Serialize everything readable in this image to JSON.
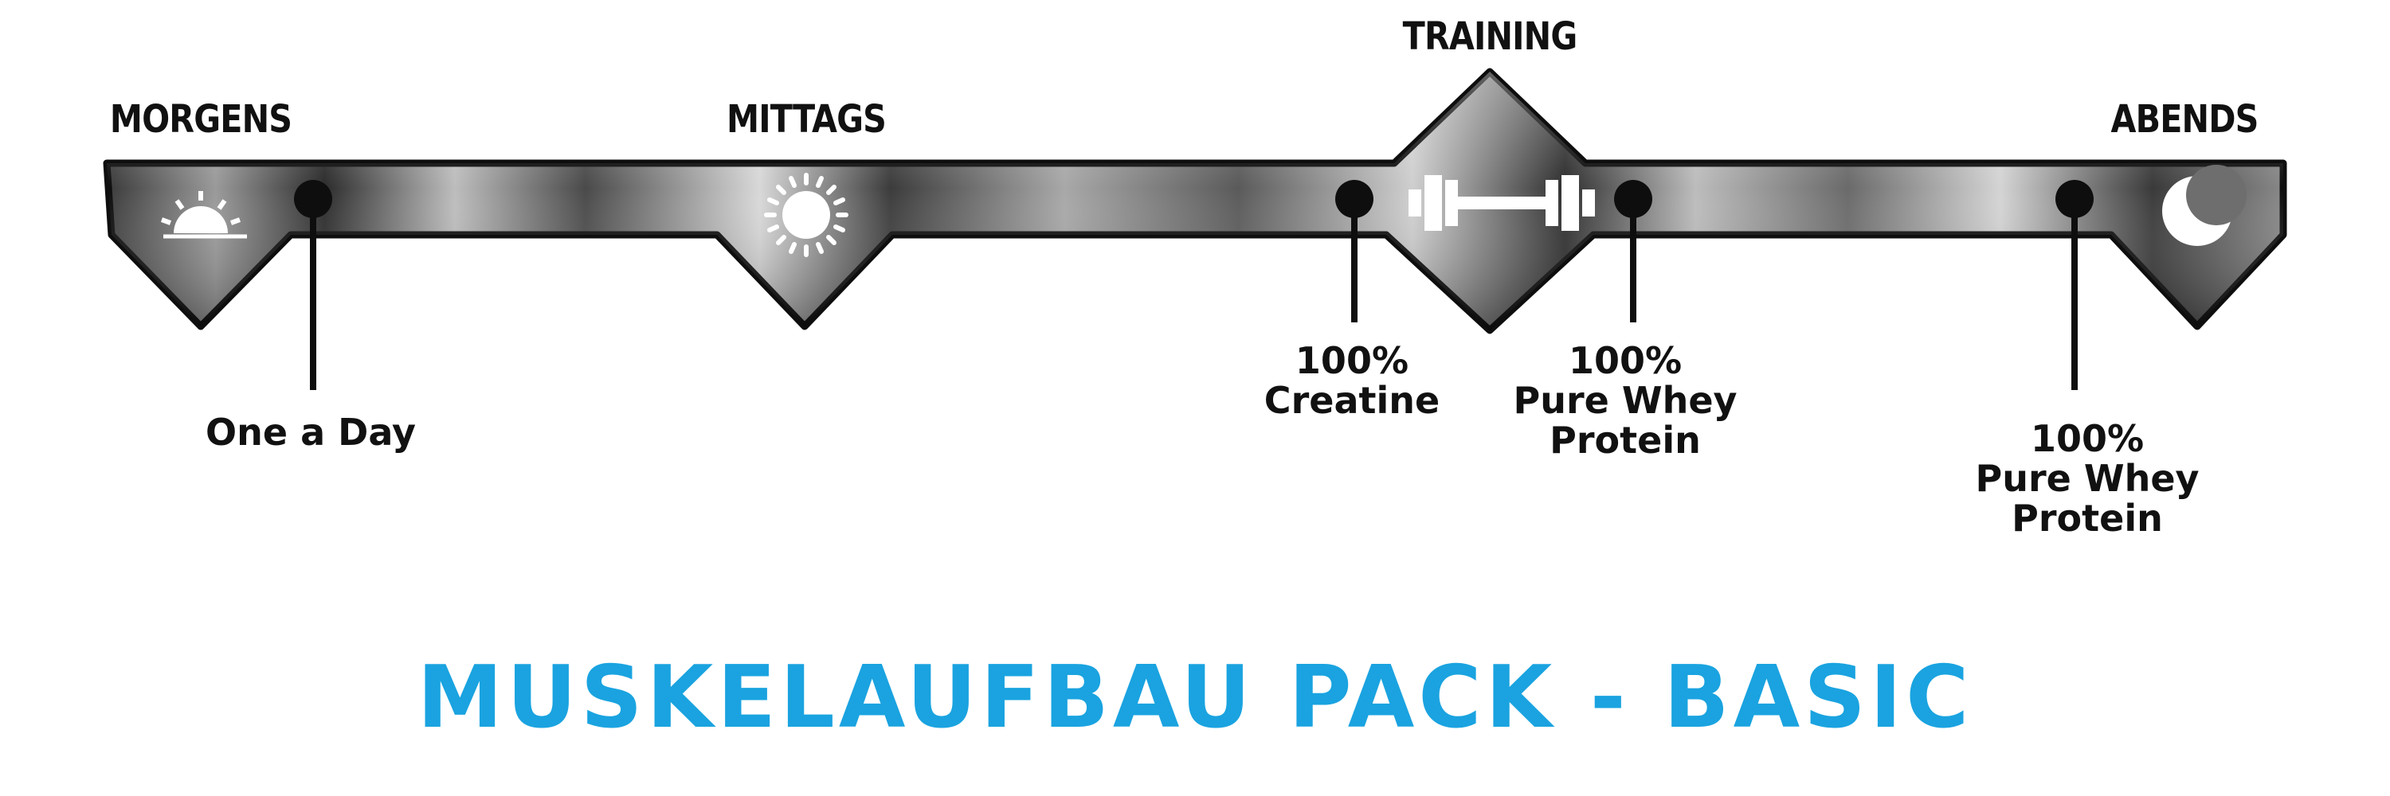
{
  "phases": {
    "morning": "MORGENS",
    "midday": "MITTAGS",
    "training": "TRAINING",
    "evening": "ABENDS"
  },
  "supplements": {
    "morning": [
      "One a Day"
    ],
    "pre_training": [
      "100%",
      "Creatine"
    ],
    "post_training": [
      "100%",
      "Pure Whey",
      "Protein"
    ],
    "evening": [
      "100%",
      "Pure Whey",
      "Protein"
    ]
  },
  "icons": [
    "sunrise-icon",
    "sun-icon",
    "dumbbell-icon",
    "moon-icon"
  ],
  "title": "MUSKELAUFBAU PACK - BASIC",
  "colors": {
    "title": "#1aa3e0",
    "text": "#111111",
    "bar_dark": "#2a2a2a",
    "bar_light": "#c8c8c8"
  }
}
